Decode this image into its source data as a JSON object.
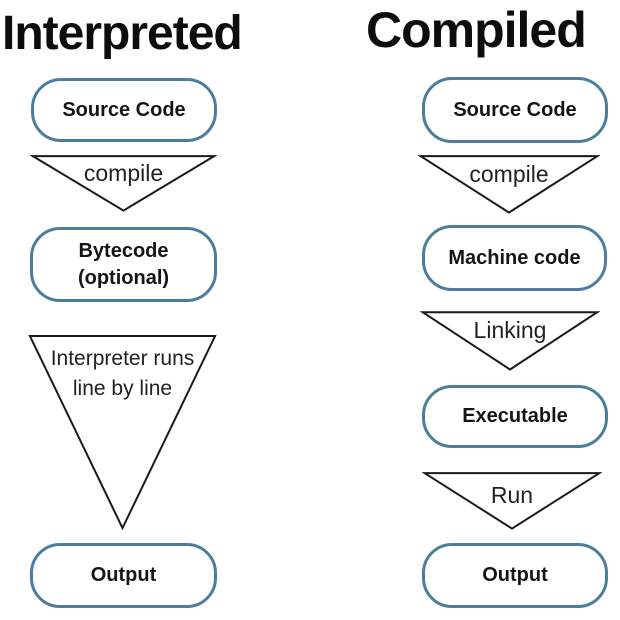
{
  "colors": {
    "background": "#ffffff",
    "box_border": "#4d7d9c",
    "box_text": "#151515",
    "triangle_stroke": "#1a1a1a",
    "title_text": "#0d0d0d"
  },
  "left": {
    "title": "Interpreted",
    "steps": [
      {
        "type": "box",
        "label": "Source Code"
      },
      {
        "type": "arrow",
        "label": "compile"
      },
      {
        "type": "box",
        "label": "Bytecode",
        "label2": "(optional)"
      },
      {
        "type": "arrow",
        "label": "Interpreter runs",
        "label2": "line by line"
      },
      {
        "type": "box",
        "label": "Output"
      }
    ]
  },
  "right": {
    "title": "Compiled",
    "steps": [
      {
        "type": "box",
        "label": "Source Code"
      },
      {
        "type": "arrow",
        "label": "compile"
      },
      {
        "type": "box",
        "label": "Machine code"
      },
      {
        "type": "arrow",
        "label": "Linking"
      },
      {
        "type": "box",
        "label": "Executable"
      },
      {
        "type": "arrow",
        "label": "Run"
      },
      {
        "type": "box",
        "label": "Output"
      }
    ]
  }
}
